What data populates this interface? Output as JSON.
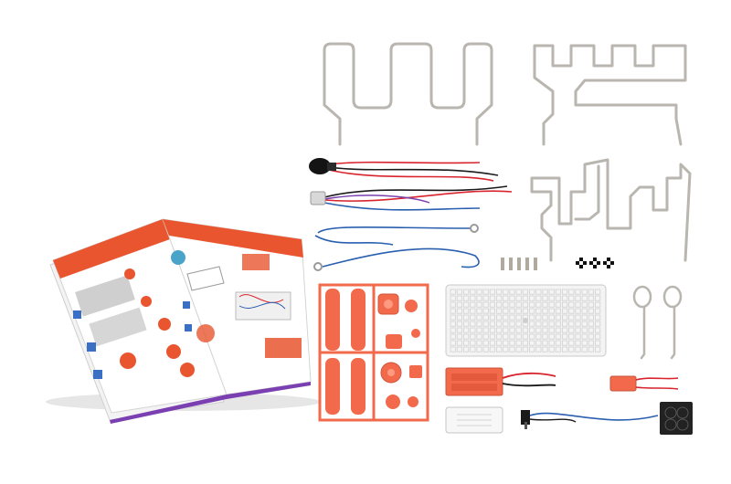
{
  "scene": {
    "description_items": [
      "instruction-booklet",
      "wire-maze-top-left",
      "wire-maze-top-right",
      "wire-maze-middle-right",
      "buzzer-with-wires",
      "led-with-wires",
      "ring-terminal-wires",
      "metal-pins",
      "checkered-stickers",
      "orange-parts-sprue",
      "white-pegboard-base",
      "wire-loop-wands",
      "battery-holder",
      "orange-connector",
      "switch-with-wires",
      "white-battery-cover",
      "black-speaker-pad"
    ]
  },
  "colors": {
    "wire_metal": "#b9b6b0",
    "sprue_orange": "#f26a4b",
    "booklet_orange": "#e8552f",
    "red_wire": "#d9232d",
    "blue_wire": "#2a5fb0",
    "black_wire": "#1a1a1a",
    "pegboard": "#f4f4f4"
  }
}
